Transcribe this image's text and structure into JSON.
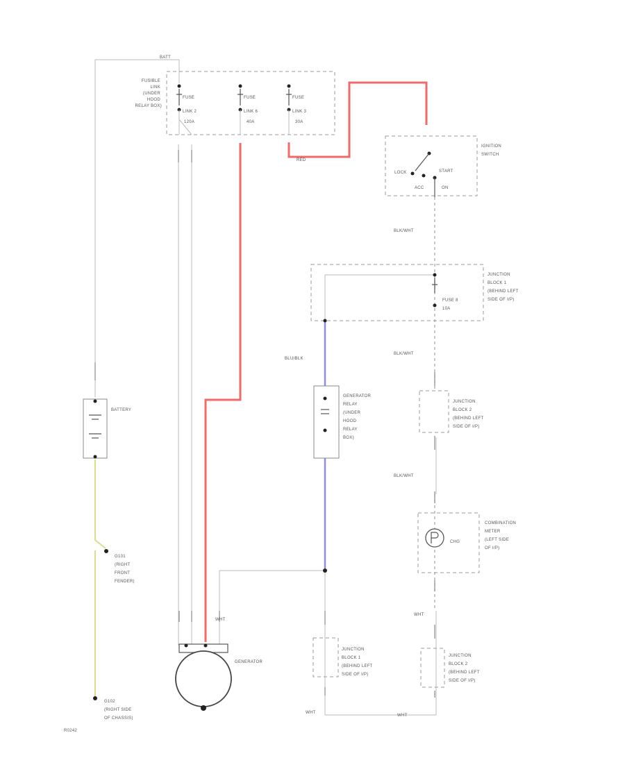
{
  "colors": {
    "red": "#f06a6a",
    "blue": "#8c8cf0",
    "yellow": "#dcdc8a",
    "gray": "#bbbbbb"
  },
  "labels": {
    "batt_top": "BATT",
    "fusible_box": [
      "FUSIBLE",
      "LINK",
      "(UNDER",
      "HOOD",
      "RELAY BOX)"
    ],
    "fuse_link_2": [
      "FUSE",
      "LINK 2",
      "120A"
    ],
    "fuse_link_6": [
      "FUSE",
      "LINK 6",
      "40A"
    ],
    "fuse_link_3": [
      "FUSE",
      "LINK 3",
      "30A"
    ],
    "red_wire": "RED",
    "ignition_switch": [
      "IGNITION",
      "SWITCH"
    ],
    "lock": "LOCK",
    "start": "START",
    "acc": "ACC",
    "on": "ON",
    "blk_wht_1": "BLK/WHT",
    "junction_block_1_top": [
      "JUNCTION",
      "BLOCK 1",
      "(BEHIND LEFT",
      "SIDE OF I/P)"
    ],
    "fuse_8": [
      "FUSE 8",
      "10A"
    ],
    "blu_blk": "BLU/BLK",
    "blk_wht_2": "BLK/WHT",
    "generator_relay": [
      "GENERATOR",
      "RELAY",
      "(UNDER",
      "HOOD",
      "RELAY",
      "BOX)"
    ],
    "junction_block_2_mid": [
      "JUNCTION",
      "BLOCK 2",
      "(BEHIND LEFT",
      "SIDE OF I/P)"
    ],
    "blk_wht_3": "BLK/WHT",
    "combination_meter": [
      "COMBINATION",
      "METER",
      "(LEFT SIDE",
      "OF I/P)"
    ],
    "chg": "CHG",
    "battery": "BATTERY",
    "g101": [
      "G101",
      "(RIGHT",
      "FRONT",
      "FENDER)"
    ],
    "g102": [
      "G102",
      "(RIGHT SIDE",
      "OF CHASSIS)"
    ],
    "generator": "GENERATOR",
    "junction_block_1_bot": [
      "JUNCTION",
      "BLOCK 1",
      "(BEHIND LEFT",
      "SIDE OF I/P)"
    ],
    "junction_block_2_bot": [
      "JUNCTION",
      "BLOCK 2",
      "(BEHIND LEFT",
      "SIDE OF I/P)"
    ],
    "wht_1": "WHT",
    "wht_2": "WHT",
    "wht_3": "WHT",
    "wht_4": "WHT",
    "footer": "R0242"
  }
}
